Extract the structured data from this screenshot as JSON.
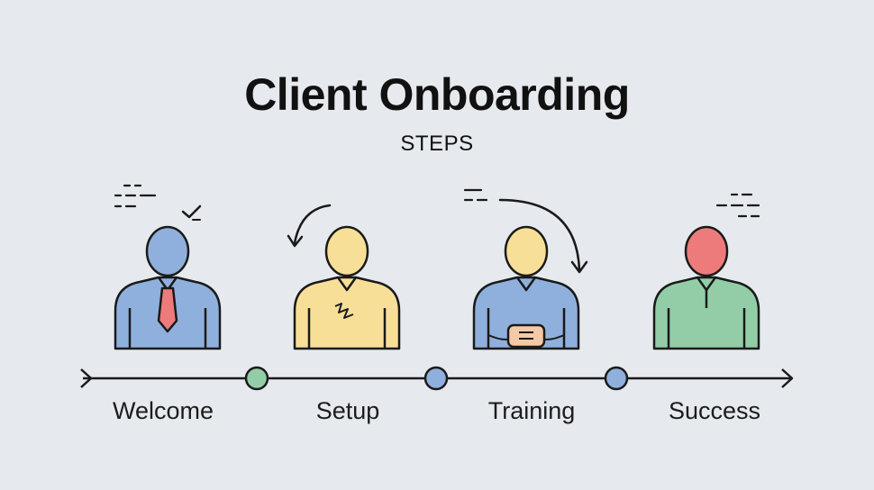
{
  "header": {
    "title": "Client Onboarding",
    "subtitle": "STEPS"
  },
  "steps": [
    {
      "label": "Welcome",
      "figure_color": "#8fb0dc",
      "head_color": "#8fb0dc",
      "accent": "#ee7b7b"
    },
    {
      "label": "Setup",
      "figure_color": "#f8df98",
      "head_color": "#f8df98"
    },
    {
      "label": "Training",
      "figure_color": "#8fb0dc",
      "head_color": "#f8df98",
      "accent": "#f6c9a6"
    },
    {
      "label": "Success",
      "figure_color": "#92cda8",
      "head_color": "#ee7b7b"
    }
  ],
  "timeline": {
    "node_colors": [
      "#92cda8",
      "#8fb0dc",
      "#8fb0dc"
    ]
  },
  "colors": {
    "background": "#e6e9ee",
    "stroke": "#1a1a1a"
  }
}
